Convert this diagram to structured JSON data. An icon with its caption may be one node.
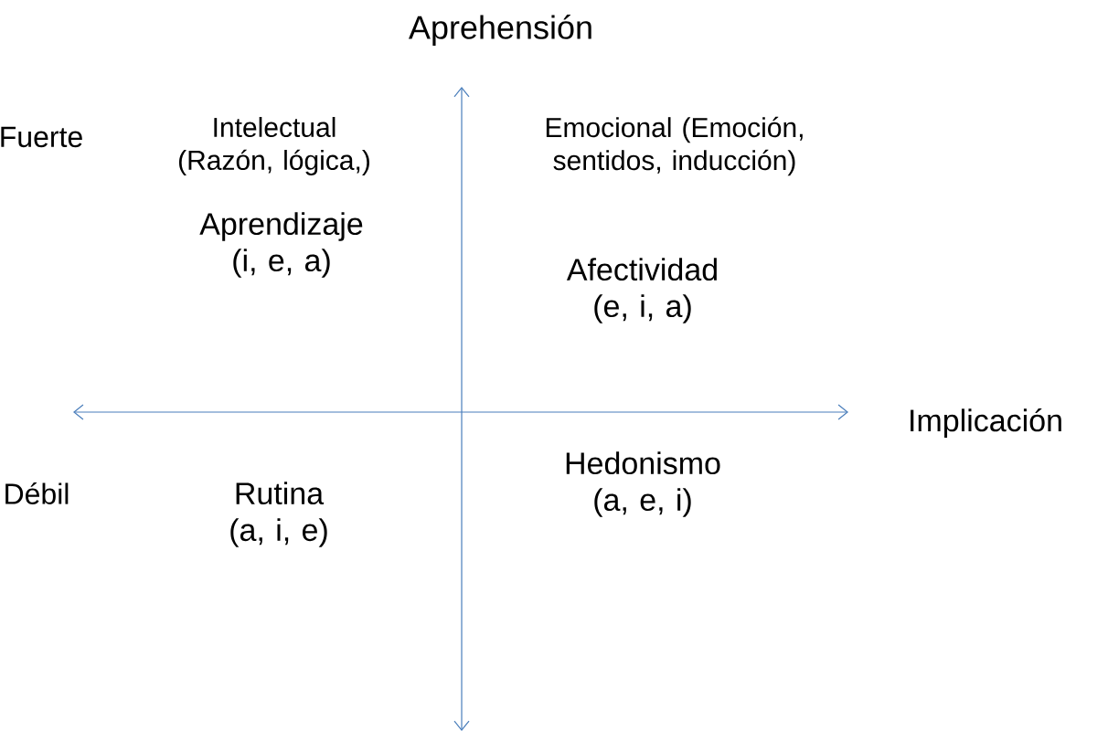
{
  "diagram": {
    "labels": [
      "Aprehensión",
      "Fuerte",
      "Intelectual (Razón, lógica,)",
      "Emocional (Emoción, sentidos, inducción)",
      "Aprendizaje (i, e, a)",
      "Afectividad (e, i, a)",
      "Implicación",
      "Débil",
      "Rutina (a, i, e)",
      "Hedonismo (a, e, i)"
    ]
  }
}
